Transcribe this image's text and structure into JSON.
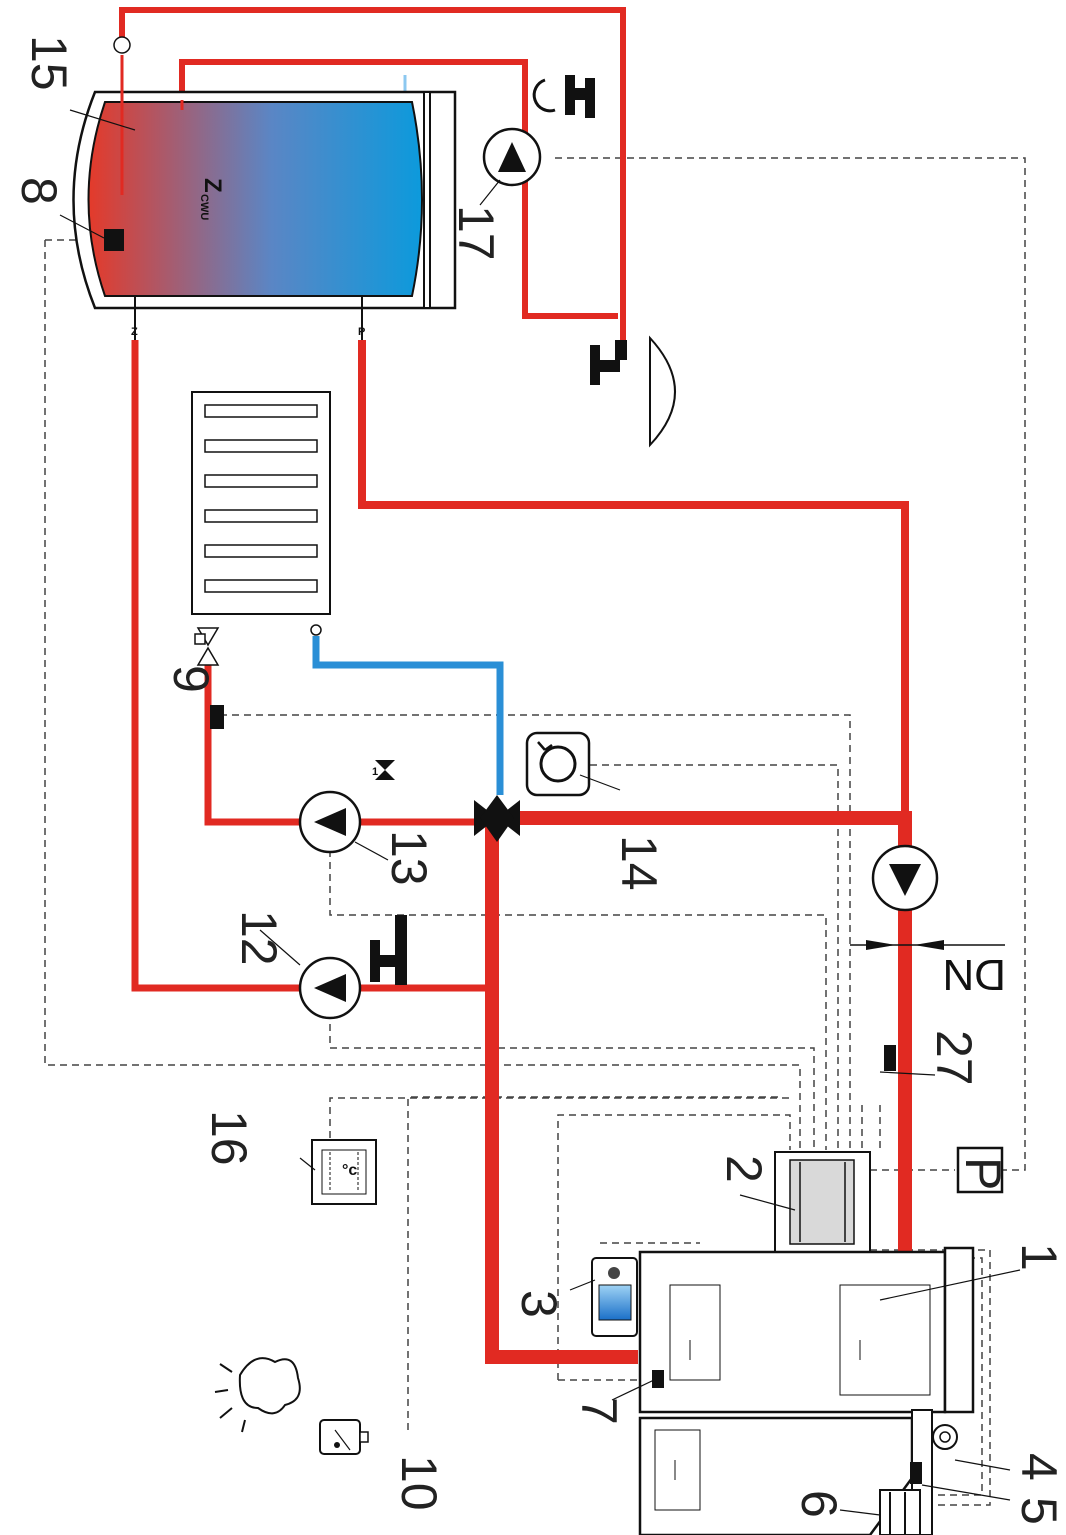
{
  "colors": {
    "hot": "#e12a22",
    "cold": "#2a8fd6",
    "signal": "#444444",
    "line": "#111111"
  },
  "labels": {
    "l1": "1",
    "l2": "2",
    "l3": "3",
    "l4": "4",
    "l5": "5",
    "l6": "6",
    "l7": "7",
    "l8": "8",
    "l9": "9",
    "l10": "10",
    "l12": "12",
    "l13": "13",
    "l14": "14",
    "l15": "15",
    "l16": "16",
    "l17": "17",
    "l27": "27"
  },
  "tank": {
    "title": "Z",
    "subscript": "CWU",
    "port_z": "Z",
    "port_p": "P"
  },
  "pressure_gauge": "P",
  "pipe_size": "DN",
  "mixing_valve_mark": "1"
}
